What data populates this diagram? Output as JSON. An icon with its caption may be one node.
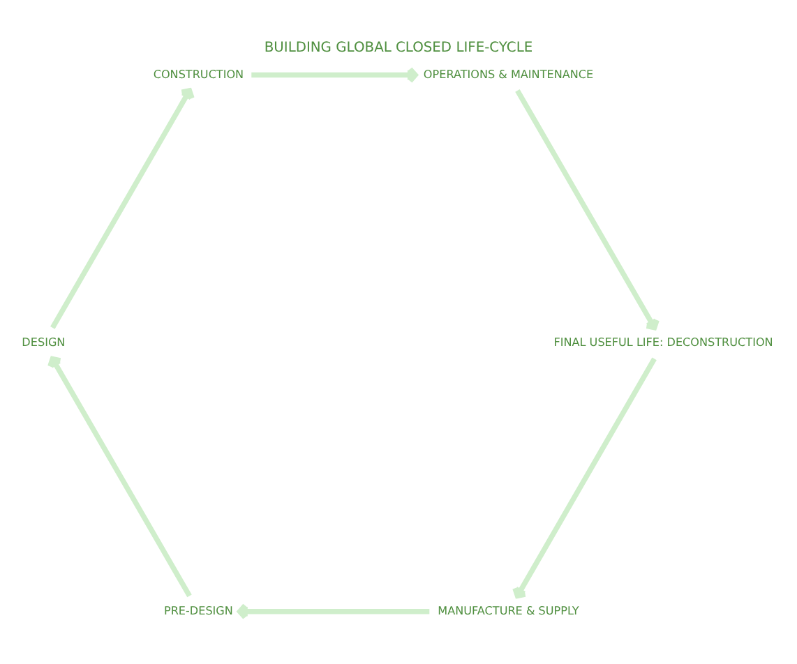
{
  "diagram": {
    "title": "BUILDING GLOBAL CLOSED LIFE-CYCLE",
    "nodes": [
      {
        "text": [
          "MANUFACTURE & SUPPLY"
        ]
      },
      {
        "text": [
          "PRE-DESIGN"
        ]
      },
      {
        "text": [
          "DESIGN"
        ]
      },
      {
        "text": [
          "CONSTRUCTION"
        ]
      },
      {
        "text": [
          "OPERATIONS & MAINTENANCE"
        ]
      },
      {
        "text": [
          "FINAL USEFUL LIFE: DECONSTRUCTION"
        ]
      }
    ],
    "edges": [
      {
        "from": 0,
        "to": 1,
        "arrow": "to"
      },
      {
        "from": 1,
        "to": 2,
        "arrow": "to"
      },
      {
        "from": 2,
        "to": 3,
        "arrow": "to"
      },
      {
        "from": 3,
        "to": 4,
        "arrow": "to"
      },
      {
        "from": 4,
        "to": 5,
        "arrow": "to"
      },
      {
        "from": 5,
        "to": 0,
        "arrow": "to"
      }
    ]
  }
}
